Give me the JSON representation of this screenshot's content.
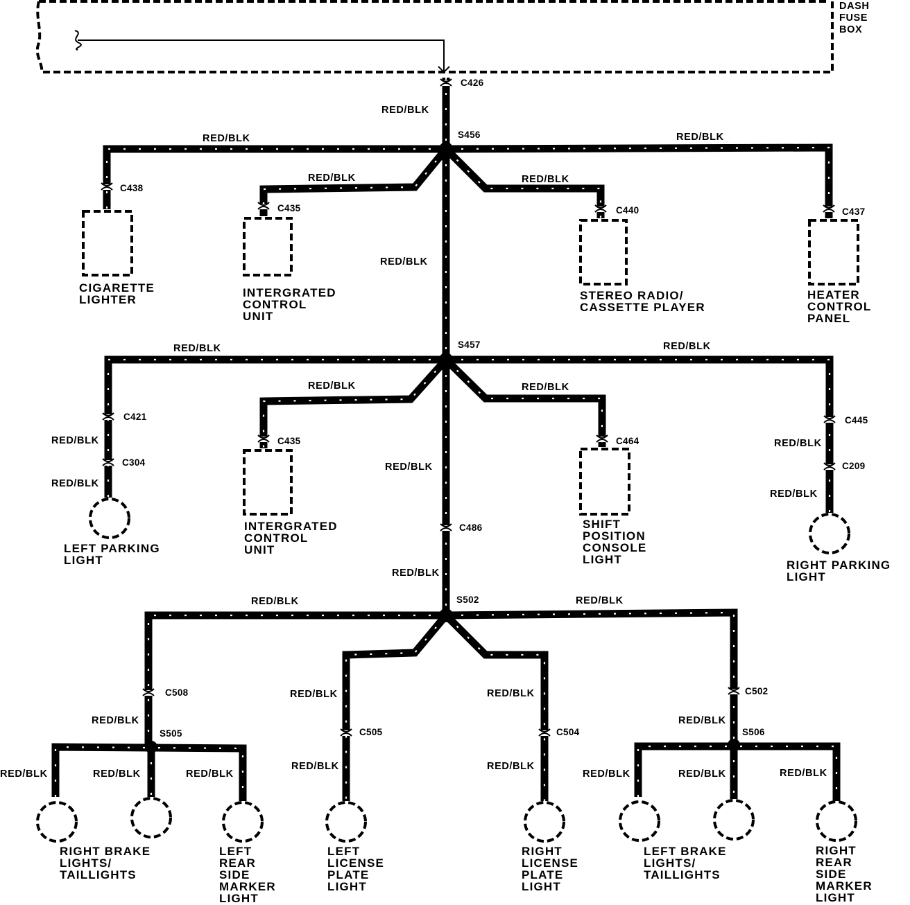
{
  "source": {
    "label_lines": [
      "DASH",
      "FUSE",
      "BOX"
    ]
  },
  "wire_color": "RED/BLK",
  "connectors": [
    "C426",
    "C438",
    "C435",
    "C440",
    "C437",
    "C421",
    "C304",
    "C435",
    "C464",
    "C445",
    "C209",
    "C486",
    "C508",
    "C505",
    "C504",
    "C502"
  ],
  "splices": [
    "S456",
    "S457",
    "S502",
    "S505",
    "S506"
  ],
  "components": [
    {
      "id": "cigarette_lighter",
      "lines": [
        "CIGARETTE",
        "LIGHTER"
      ]
    },
    {
      "id": "icu_1",
      "lines": [
        "INTERGRATED",
        "CONTROL",
        "UNIT"
      ]
    },
    {
      "id": "stereo",
      "lines": [
        "STEREO RADIO/",
        "CASSETTE PLAYER"
      ]
    },
    {
      "id": "heater",
      "lines": [
        "HEATER",
        "CONTROL",
        "PANEL"
      ]
    },
    {
      "id": "left_parking",
      "lines": [
        "LEFT PARKING",
        "LIGHT"
      ]
    },
    {
      "id": "icu_2",
      "lines": [
        "INTERGRATED",
        "CONTROL",
        "UNIT"
      ]
    },
    {
      "id": "shift_position",
      "lines": [
        "SHIFT",
        "POSITION",
        "CONSOLE",
        "LIGHT"
      ]
    },
    {
      "id": "right_parking",
      "lines": [
        "RIGHT PARKING",
        "LIGHT"
      ]
    },
    {
      "id": "right_brake",
      "lines": [
        "RIGHT BRAKE",
        "LIGHTS/",
        "TAILLIGHTS"
      ]
    },
    {
      "id": "left_rear_marker",
      "lines": [
        "LEFT",
        "REAR",
        "SIDE",
        "MARKER",
        "LIGHT"
      ]
    },
    {
      "id": "left_license",
      "lines": [
        "LEFT",
        "LICENSE",
        "PLATE",
        "LIGHT"
      ]
    },
    {
      "id": "right_license",
      "lines": [
        "RIGHT",
        "LICENSE",
        "PLATE",
        "LIGHT"
      ]
    },
    {
      "id": "left_brake",
      "lines": [
        "LEFT BRAKE",
        "LIGHTS/",
        "TAILLIGHTS"
      ]
    },
    {
      "id": "right_rear_marker",
      "lines": [
        "RIGHT",
        "REAR",
        "SIDE",
        "MARKER",
        "LIGHT"
      ]
    }
  ]
}
